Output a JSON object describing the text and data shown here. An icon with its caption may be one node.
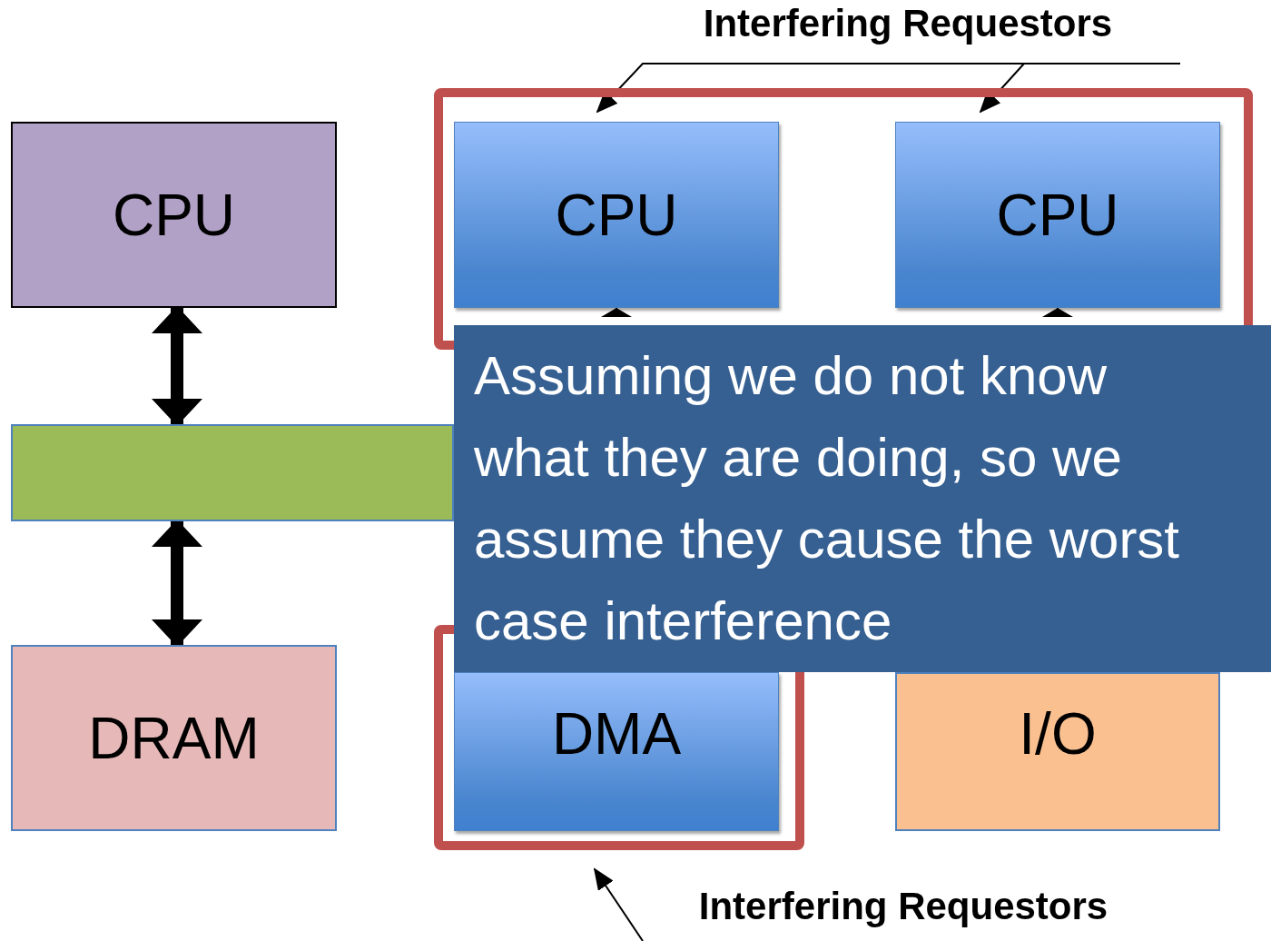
{
  "diagram": {
    "nodes": [
      {
        "text": [
          "Interfering Requestors"
        ]
      },
      {
        "text": [
          "CPU"
        ]
      },
      {
        "text": [],
        "shape": "box"
      },
      {
        "text": [
          "CPU"
        ],
        "in": 2
      },
      {
        "text": [
          "CPU"
        ],
        "in": 2
      },
      {
        "text": [],
        "shape": "bar"
      },
      {
        "text": [
          "Assuming we do not know what they are doing, so we assume they cause the worst case interference"
        ]
      },
      {
        "text": [
          "DRAM"
        ]
      },
      {
        "text": [],
        "shape": "box"
      },
      {
        "text": [
          "DMA"
        ],
        "in": 8
      },
      {
        "text": [
          "I/O"
        ]
      },
      {
        "text": [
          "Interfering Requestors"
        ]
      }
    ],
    "edges": [
      {
        "from": 0,
        "to": 3,
        "arrow": "to"
      },
      {
        "from": 0,
        "to": 4,
        "arrow": "to"
      },
      {
        "from": 1,
        "to": 5,
        "arrow": "both",
        "style": "thick"
      },
      {
        "from": 5,
        "to": 7,
        "arrow": "both",
        "style": "thick"
      },
      {
        "from": null,
        "to": 3,
        "arrow": "to"
      },
      {
        "from": null,
        "to": 4,
        "arrow": "to"
      },
      {
        "from": null,
        "to": 8,
        "arrow": "to"
      }
    ]
  }
}
